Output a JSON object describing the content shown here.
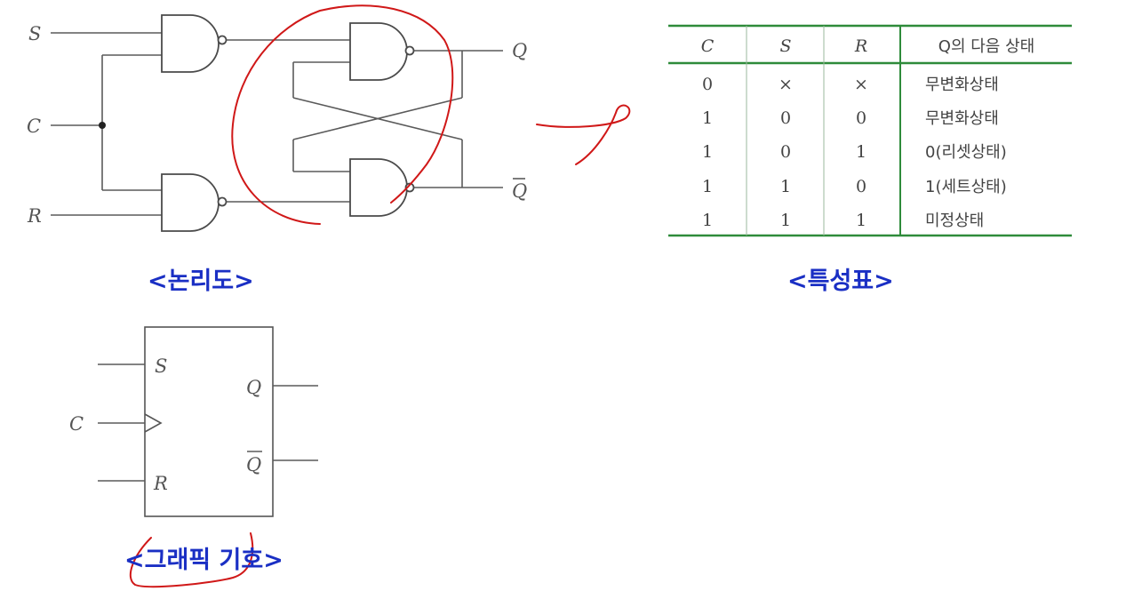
{
  "logic_diagram": {
    "caption": "<논리도>",
    "labels": {
      "s": "S",
      "c": "C",
      "r": "R",
      "q": "Q",
      "q_bar": "Q"
    }
  },
  "characteristic_table": {
    "caption": "<특성표>",
    "headers": [
      "C",
      "S",
      "R",
      "Q의 다음 상태"
    ],
    "rows": [
      [
        "0",
        "×",
        "×",
        "무변화상태"
      ],
      [
        "1",
        "0",
        "0",
        "무변화상태"
      ],
      [
        "1",
        "0",
        "1",
        "0(리셋상태)"
      ],
      [
        "1",
        "1",
        "0",
        "1(세트상태)"
      ],
      [
        "1",
        "1",
        "1",
        "미정상태"
      ]
    ],
    "rule_color": "#2e8b3a"
  },
  "graphic_symbol": {
    "caption": "<그래픽 기호>",
    "labels": {
      "s": "S",
      "c": "C",
      "r": "R",
      "q": "Q",
      "q_bar": "Q"
    }
  },
  "colors": {
    "caption": "#1a2fc4",
    "annotation": "#d01818"
  }
}
